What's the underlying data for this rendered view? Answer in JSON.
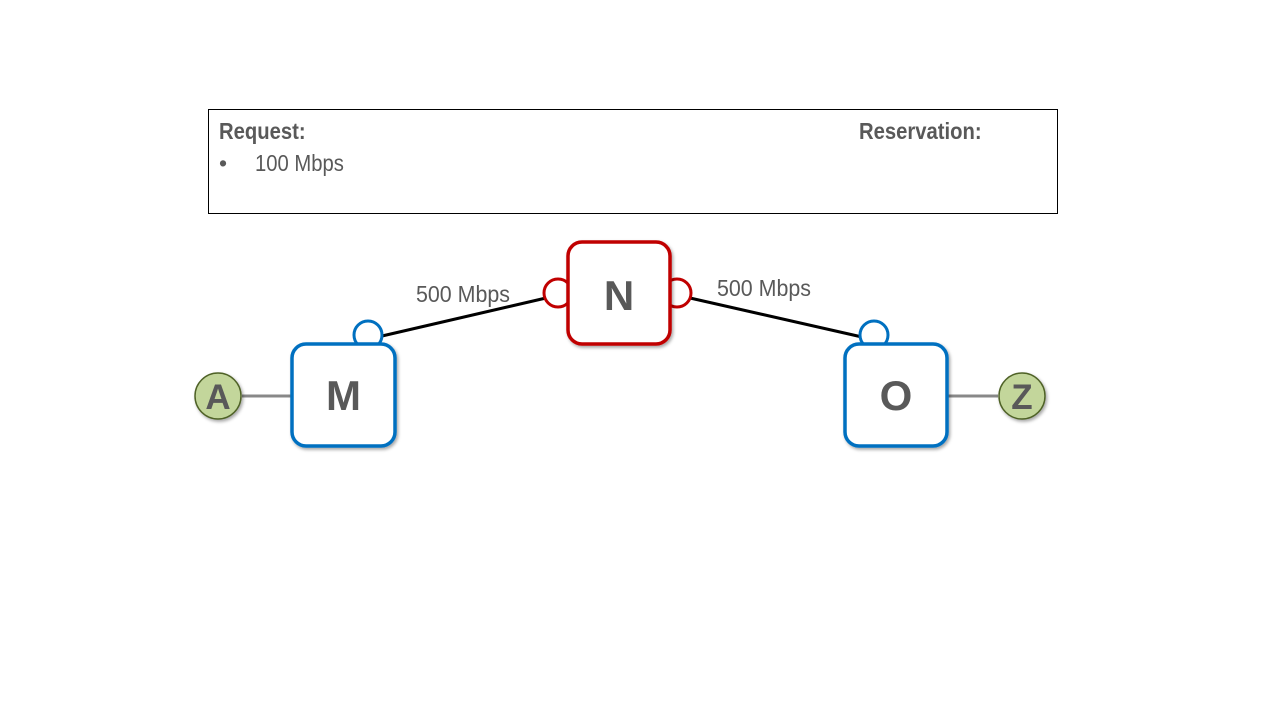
{
  "request": {
    "title": "Request:",
    "bullet": "•",
    "items": [
      "100 Mbps"
    ]
  },
  "reservation": {
    "title": "Reservation:"
  },
  "nodes": {
    "A": "A",
    "M": "M",
    "N": "N",
    "O": "O",
    "Z": "Z"
  },
  "links": {
    "m_n_label": "500 Mbps",
    "n_o_label": "500 Mbps"
  },
  "colors": {
    "text": "#595959",
    "blue_router": "#0070C0",
    "red_router": "#C00000",
    "endpoint_fill": "#C3D69B",
    "endpoint_stroke": "#4F6228"
  }
}
